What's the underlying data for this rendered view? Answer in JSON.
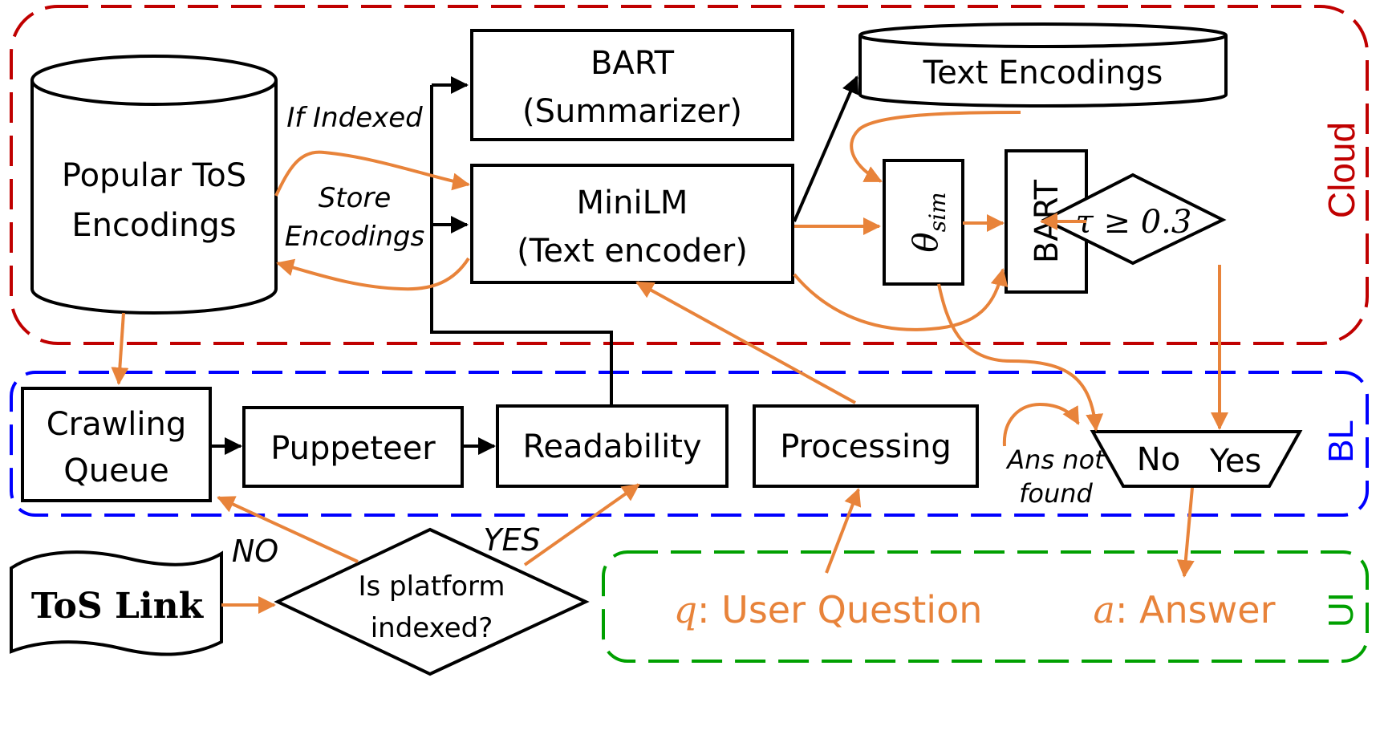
{
  "regions": {
    "cloud": {
      "label": "Cloud",
      "color": "#C00000"
    },
    "bl": {
      "label": "BL",
      "color": "#0000FF"
    },
    "ui": {
      "label": "UI",
      "color": "#00A000"
    }
  },
  "nodes": {
    "popular_tos": {
      "line1": "Popular ToS",
      "line2": "Encodings"
    },
    "bart_summarizer": {
      "line1": "BART",
      "line2": "(Summarizer)"
    },
    "minilm": {
      "line1": "MiniLM",
      "line2": "(Text encoder)"
    },
    "text_encodings": {
      "label": "Text Encodings"
    },
    "theta_sim": {
      "symbol": "θ",
      "sub": "sim"
    },
    "bart": {
      "label": "BART"
    },
    "tau": {
      "label": "τ ≥ 0.3"
    },
    "crawling_queue": {
      "line1": "Crawling",
      "line2": "Queue"
    },
    "puppeteer": {
      "label": "Puppeteer"
    },
    "readability": {
      "label": "Readability"
    },
    "processing": {
      "label": "Processing"
    },
    "decision": {
      "no": "No",
      "yes": "Yes"
    },
    "tos_link": {
      "label": "ToS Link"
    },
    "is_indexed": {
      "line1": "Is platform",
      "line2": "indexed?"
    },
    "user_question": {
      "var": "q",
      "text": ": User Question"
    },
    "answer": {
      "var": "a",
      "text": ": Answer"
    }
  },
  "edge_labels": {
    "if_indexed": "If Indexed",
    "store_1": "Store",
    "store_2": "Encodings",
    "ans_not_1": "Ans not",
    "ans_not_2": "found",
    "no": "NO",
    "yes": "YES"
  },
  "colors": {
    "arrow_black": "#000000",
    "arrow_orange": "#E8833A"
  }
}
